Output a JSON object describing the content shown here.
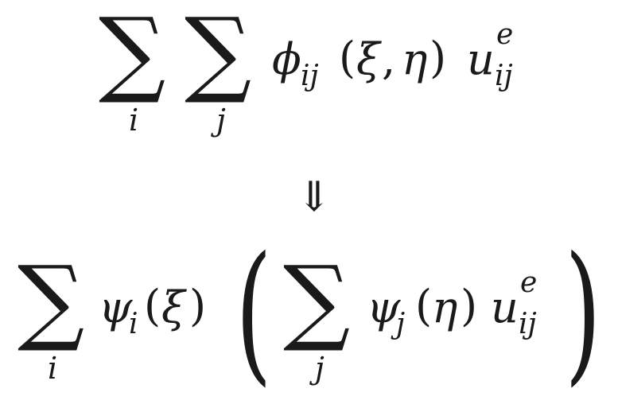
{
  "line1": {
    "sum_symbol_1": "∑",
    "index_1": "i",
    "sum_symbol_2": "∑",
    "index_2": "j",
    "phi": "ϕ",
    "phi_subscript": "ij",
    "open_paren": "(",
    "xi": "ξ",
    "comma": ",",
    "eta": "η",
    "close_paren": ")",
    "u": "u",
    "u_superscript": "e",
    "u_subscript": "ij"
  },
  "arrow": "⇓",
  "line2": {
    "sum_symbol_1": "∑",
    "index_1": "i",
    "psi_1": "ψ",
    "psi_1_subscript": "i",
    "open_paren_1": "(",
    "xi": "ξ",
    "close_paren_1": ")",
    "big_open_paren": "(",
    "sum_symbol_2": "∑",
    "index_2": "j",
    "psi_2": "ψ",
    "psi_2_subscript": "j",
    "open_paren_2": "(",
    "eta": "η",
    "close_paren_2": ")",
    "u": "u",
    "u_superscript": "e",
    "u_subscript": "ij",
    "big_close_paren": ")"
  }
}
